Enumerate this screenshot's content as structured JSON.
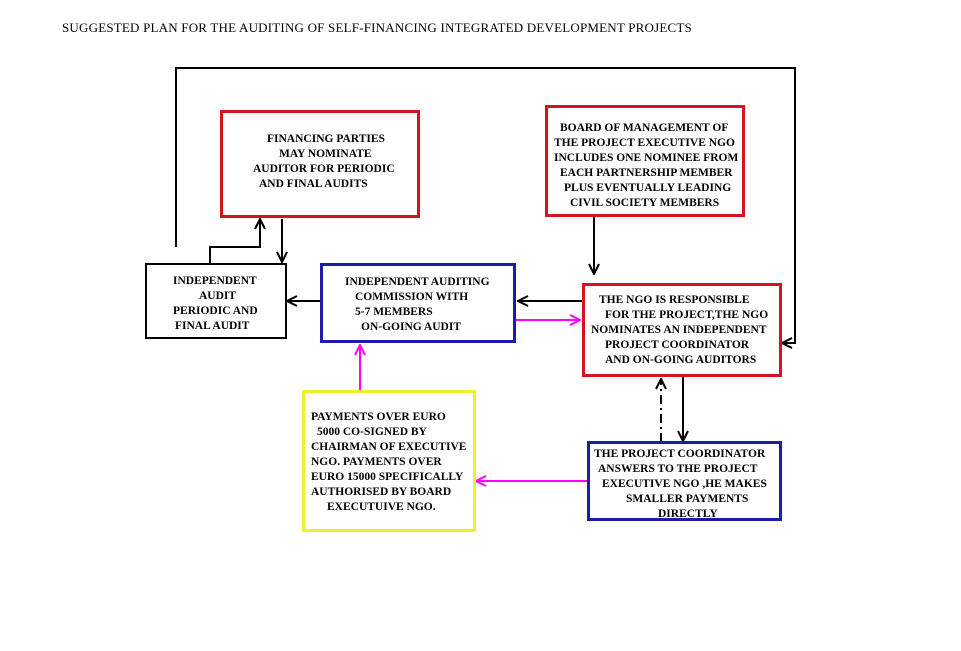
{
  "title": "SUGGESTED PLAN FOR THE  AUDITING OF SELF-FINANCING INTEGRATED DEVELOPMENT PROJECTS",
  "nodes": {
    "financing_parties": [
      "FINANCING PARTIES",
      "MAY NOMINATE",
      "AUDITOR FOR PERIODIC",
      "AND FINAL AUDITS"
    ],
    "board": [
      "BOARD OF MANAGEMENT OF",
      "THE PROJECT EXECUTIVE NGO",
      "INCLUDES ONE NOMINEE FROM",
      "EACH PARTNERSHIP MEMBER",
      "PLUS EVENTUALLY LEADING",
      "CIVIL SOCIETY MEMBERS"
    ],
    "independent_audit": [
      "INDEPENDENT",
      "AUDIT",
      "PERIODIC AND",
      "FINAL AUDIT"
    ],
    "commission": [
      "INDEPENDENT AUDITING",
      "COMMISSION WITH",
      "5-7 MEMBERS",
      "ON-GOING AUDIT"
    ],
    "ngo": [
      "THE NGO IS RESPONSIBLE",
      "FOR THE PROJECT,THE NGO",
      "NOMINATES AN INDEPENDENT",
      "PROJECT COORDINATOR",
      "AND ON-GOING AUDITORS"
    ],
    "payments": [
      "PAYMENTS OVER EURO",
      "5000 CO-SIGNED BY",
      "CHAIRMAN OF EXECUTIVE",
      "NGO. PAYMENTS OVER",
      "EURO 15000 SPECIFICALLY",
      "AUTHORISED BY BOARD",
      "EXECUTUIVE NGO."
    ],
    "coordinator": [
      "THE PROJECT COORDINATOR",
      "ANSWERS TO THE PROJECT",
      "EXECUTIVE NGO ,HE MAKES",
      "SMALLER PAYMENTS",
      "DIRECTLY"
    ]
  },
  "colors": {
    "red": "#d2161f",
    "blue": "#1c1ca8",
    "black": "#000000",
    "yellow": "#f2ee2c",
    "magenta": "#ff00ff"
  }
}
